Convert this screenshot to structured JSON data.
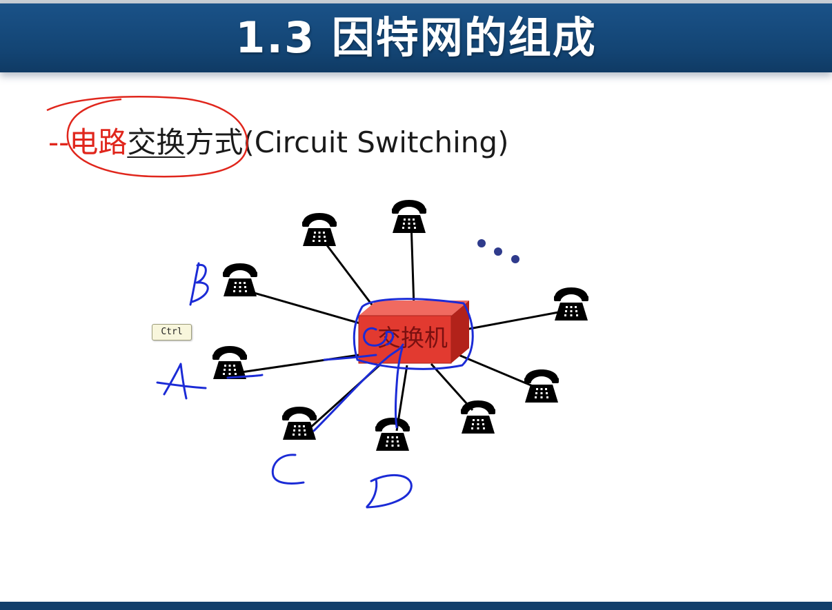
{
  "slide": {
    "title": "1.3  因特网的组成",
    "subtitle": {
      "dash": "--",
      "highlight": "电路",
      "underlined": "交换",
      "rest": "方式(Circuit Switching)"
    }
  },
  "diagram": {
    "switch_label": "交换机",
    "ellipsis": "•••",
    "handwritten_labels": [
      "B",
      "A",
      "C",
      "D"
    ]
  },
  "tooltip": {
    "label": "Ctrl"
  },
  "colors": {
    "title_bar": "#134473",
    "switch_box": "#e23a30",
    "ink_blue": "#1b2bd6",
    "ink_red": "#e0261c",
    "dots": "#2f3b8c"
  }
}
